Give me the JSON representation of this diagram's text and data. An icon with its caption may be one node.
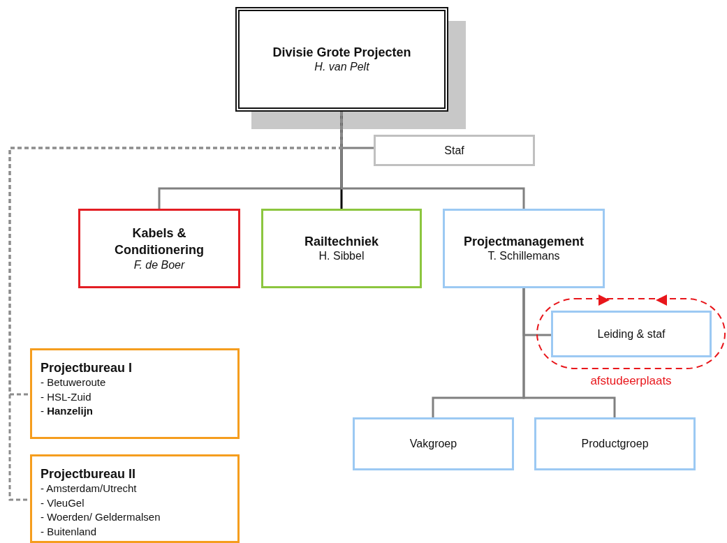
{
  "diagram": {
    "nodes": [
      {
        "text": [
          "Divisie Grote Projecten",
          "H. van Pelt"
        ]
      },
      {
        "text": [
          "Staf"
        ]
      },
      {
        "text": [
          "Kabels & Conditionering",
          "F. de Boer"
        ]
      },
      {
        "text": [
          "Railtechniek",
          "H. Sibbel"
        ]
      },
      {
        "text": [
          "Projectmanagement",
          "T. Schillemans"
        ]
      },
      {
        "text": [
          "afstudeerplaats"
        ]
      },
      {
        "text": [
          "Leiding & staf"
        ],
        "in": 5
      },
      {
        "text": [
          "Vakgroep"
        ]
      },
      {
        "text": [
          "Productgroep"
        ]
      },
      {
        "text": [
          "Projectbureau I",
          "- Betuweroute",
          "- HSL-Zuid",
          "- **Hanzelijn**"
        ]
      },
      {
        "text": [
          "Projectbureau II",
          "- Amsterdam/Utrecht",
          "- VleuGel",
          "- Woerden/ Geldermalsen",
          "- Buitenland"
        ]
      }
    ],
    "edges": [
      {
        "from": 0,
        "to": 1,
        "arrow": "none"
      },
      {
        "from": 0,
        "to": 2,
        "arrow": "none"
      },
      {
        "from": 0,
        "to": 3,
        "arrow": "none",
        "color": "#000000"
      },
      {
        "from": 0,
        "to": 4,
        "arrow": "none"
      },
      {
        "from": 0,
        "to": 9,
        "arrow": "none",
        "style": "dashed"
      },
      {
        "from": 0,
        "to": 10,
        "arrow": "none",
        "style": "dashed"
      },
      {
        "from": 4,
        "to": 6,
        "arrow": "none"
      },
      {
        "from": 4,
        "to": 7,
        "arrow": "none"
      },
      {
        "from": 4,
        "to": 8,
        "arrow": "none"
      }
    ]
  }
}
